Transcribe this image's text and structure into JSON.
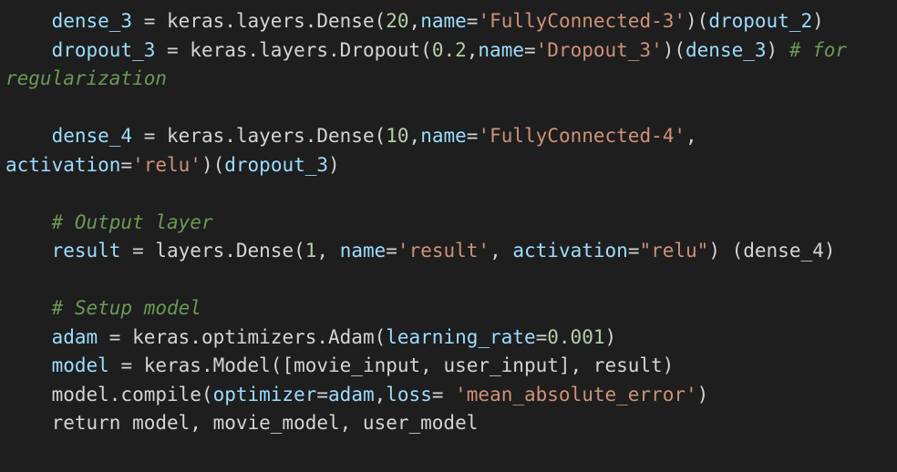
{
  "editor": {
    "colors": {
      "background": "#1e1e1e",
      "variable": "#9cdcfe",
      "plain": "#d4d4d4",
      "number": "#b5cea8",
      "string": "#ce9178",
      "comment": "#6a9955"
    },
    "lines": [
      [
        {
          "type": "plain",
          "text": "    "
        },
        {
          "type": "var",
          "text": "dense_3"
        },
        {
          "type": "plain",
          "text": " = keras.layers.Dense("
        },
        {
          "type": "num",
          "text": "20"
        },
        {
          "type": "plain",
          "text": ","
        },
        {
          "type": "var",
          "text": "name"
        },
        {
          "type": "plain",
          "text": "="
        },
        {
          "type": "str",
          "text": "'FullyConnected-3'"
        },
        {
          "type": "plain",
          "text": ")("
        },
        {
          "type": "var",
          "text": "dropout_2"
        },
        {
          "type": "plain",
          "text": ")"
        }
      ],
      [
        {
          "type": "plain",
          "text": "    "
        },
        {
          "type": "var",
          "text": "dropout_3"
        },
        {
          "type": "plain",
          "text": " = keras.layers.Dropout("
        },
        {
          "type": "num",
          "text": "0.2"
        },
        {
          "type": "plain",
          "text": ","
        },
        {
          "type": "var",
          "text": "name"
        },
        {
          "type": "plain",
          "text": "="
        },
        {
          "type": "str",
          "text": "'Dropout_3'"
        },
        {
          "type": "plain",
          "text": ")("
        },
        {
          "type": "var",
          "text": "dense_3"
        },
        {
          "type": "plain",
          "text": ") "
        },
        {
          "type": "cmt",
          "text": "# for"
        }
      ],
      [
        {
          "type": "cmt",
          "text": "regularization"
        }
      ],
      [],
      [
        {
          "type": "plain",
          "text": "    "
        },
        {
          "type": "var",
          "text": "dense_4"
        },
        {
          "type": "plain",
          "text": " = keras.layers.Dense("
        },
        {
          "type": "num",
          "text": "10"
        },
        {
          "type": "plain",
          "text": ","
        },
        {
          "type": "var",
          "text": "name"
        },
        {
          "type": "plain",
          "text": "="
        },
        {
          "type": "str",
          "text": "'FullyConnected-4'"
        },
        {
          "type": "plain",
          "text": ","
        }
      ],
      [
        {
          "type": "var",
          "text": "activation"
        },
        {
          "type": "plain",
          "text": "="
        },
        {
          "type": "str",
          "text": "'relu'"
        },
        {
          "type": "plain",
          "text": ")("
        },
        {
          "type": "var",
          "text": "dropout_3"
        },
        {
          "type": "plain",
          "text": ")"
        }
      ],
      [],
      [
        {
          "type": "plain",
          "text": "    "
        },
        {
          "type": "cmt",
          "text": "# Output layer"
        }
      ],
      [
        {
          "type": "plain",
          "text": "    "
        },
        {
          "type": "var",
          "text": "result"
        },
        {
          "type": "plain",
          "text": " = layers.Dense("
        },
        {
          "type": "num",
          "text": "1"
        },
        {
          "type": "plain",
          "text": ", "
        },
        {
          "type": "var",
          "text": "name"
        },
        {
          "type": "plain",
          "text": "="
        },
        {
          "type": "str",
          "text": "'result'"
        },
        {
          "type": "plain",
          "text": ", "
        },
        {
          "type": "var",
          "text": "activation"
        },
        {
          "type": "plain",
          "text": "="
        },
        {
          "type": "str",
          "text": "\"relu\""
        },
        {
          "type": "plain",
          "text": ") (dense_4)"
        }
      ],
      [],
      [
        {
          "type": "plain",
          "text": "    "
        },
        {
          "type": "cmt",
          "text": "# Setup model"
        }
      ],
      [
        {
          "type": "plain",
          "text": "    "
        },
        {
          "type": "var",
          "text": "adam"
        },
        {
          "type": "plain",
          "text": " = keras.optimizers.Adam("
        },
        {
          "type": "var",
          "text": "learning_rate"
        },
        {
          "type": "plain",
          "text": "="
        },
        {
          "type": "num",
          "text": "0.001"
        },
        {
          "type": "plain",
          "text": ")"
        }
      ],
      [
        {
          "type": "plain",
          "text": "    "
        },
        {
          "type": "var",
          "text": "model"
        },
        {
          "type": "plain",
          "text": " = keras.Model([movie_input, user_input], result)"
        }
      ],
      [
        {
          "type": "plain",
          "text": "    model.compile("
        },
        {
          "type": "var",
          "text": "optimizer"
        },
        {
          "type": "plain",
          "text": "="
        },
        {
          "type": "var",
          "text": "adam"
        },
        {
          "type": "plain",
          "text": ","
        },
        {
          "type": "var",
          "text": "loss"
        },
        {
          "type": "plain",
          "text": "= "
        },
        {
          "type": "str",
          "text": "'mean_absolute_error'"
        },
        {
          "type": "plain",
          "text": ")"
        }
      ],
      [
        {
          "type": "plain",
          "text": "    return model, movie_model, user_model"
        }
      ]
    ]
  }
}
